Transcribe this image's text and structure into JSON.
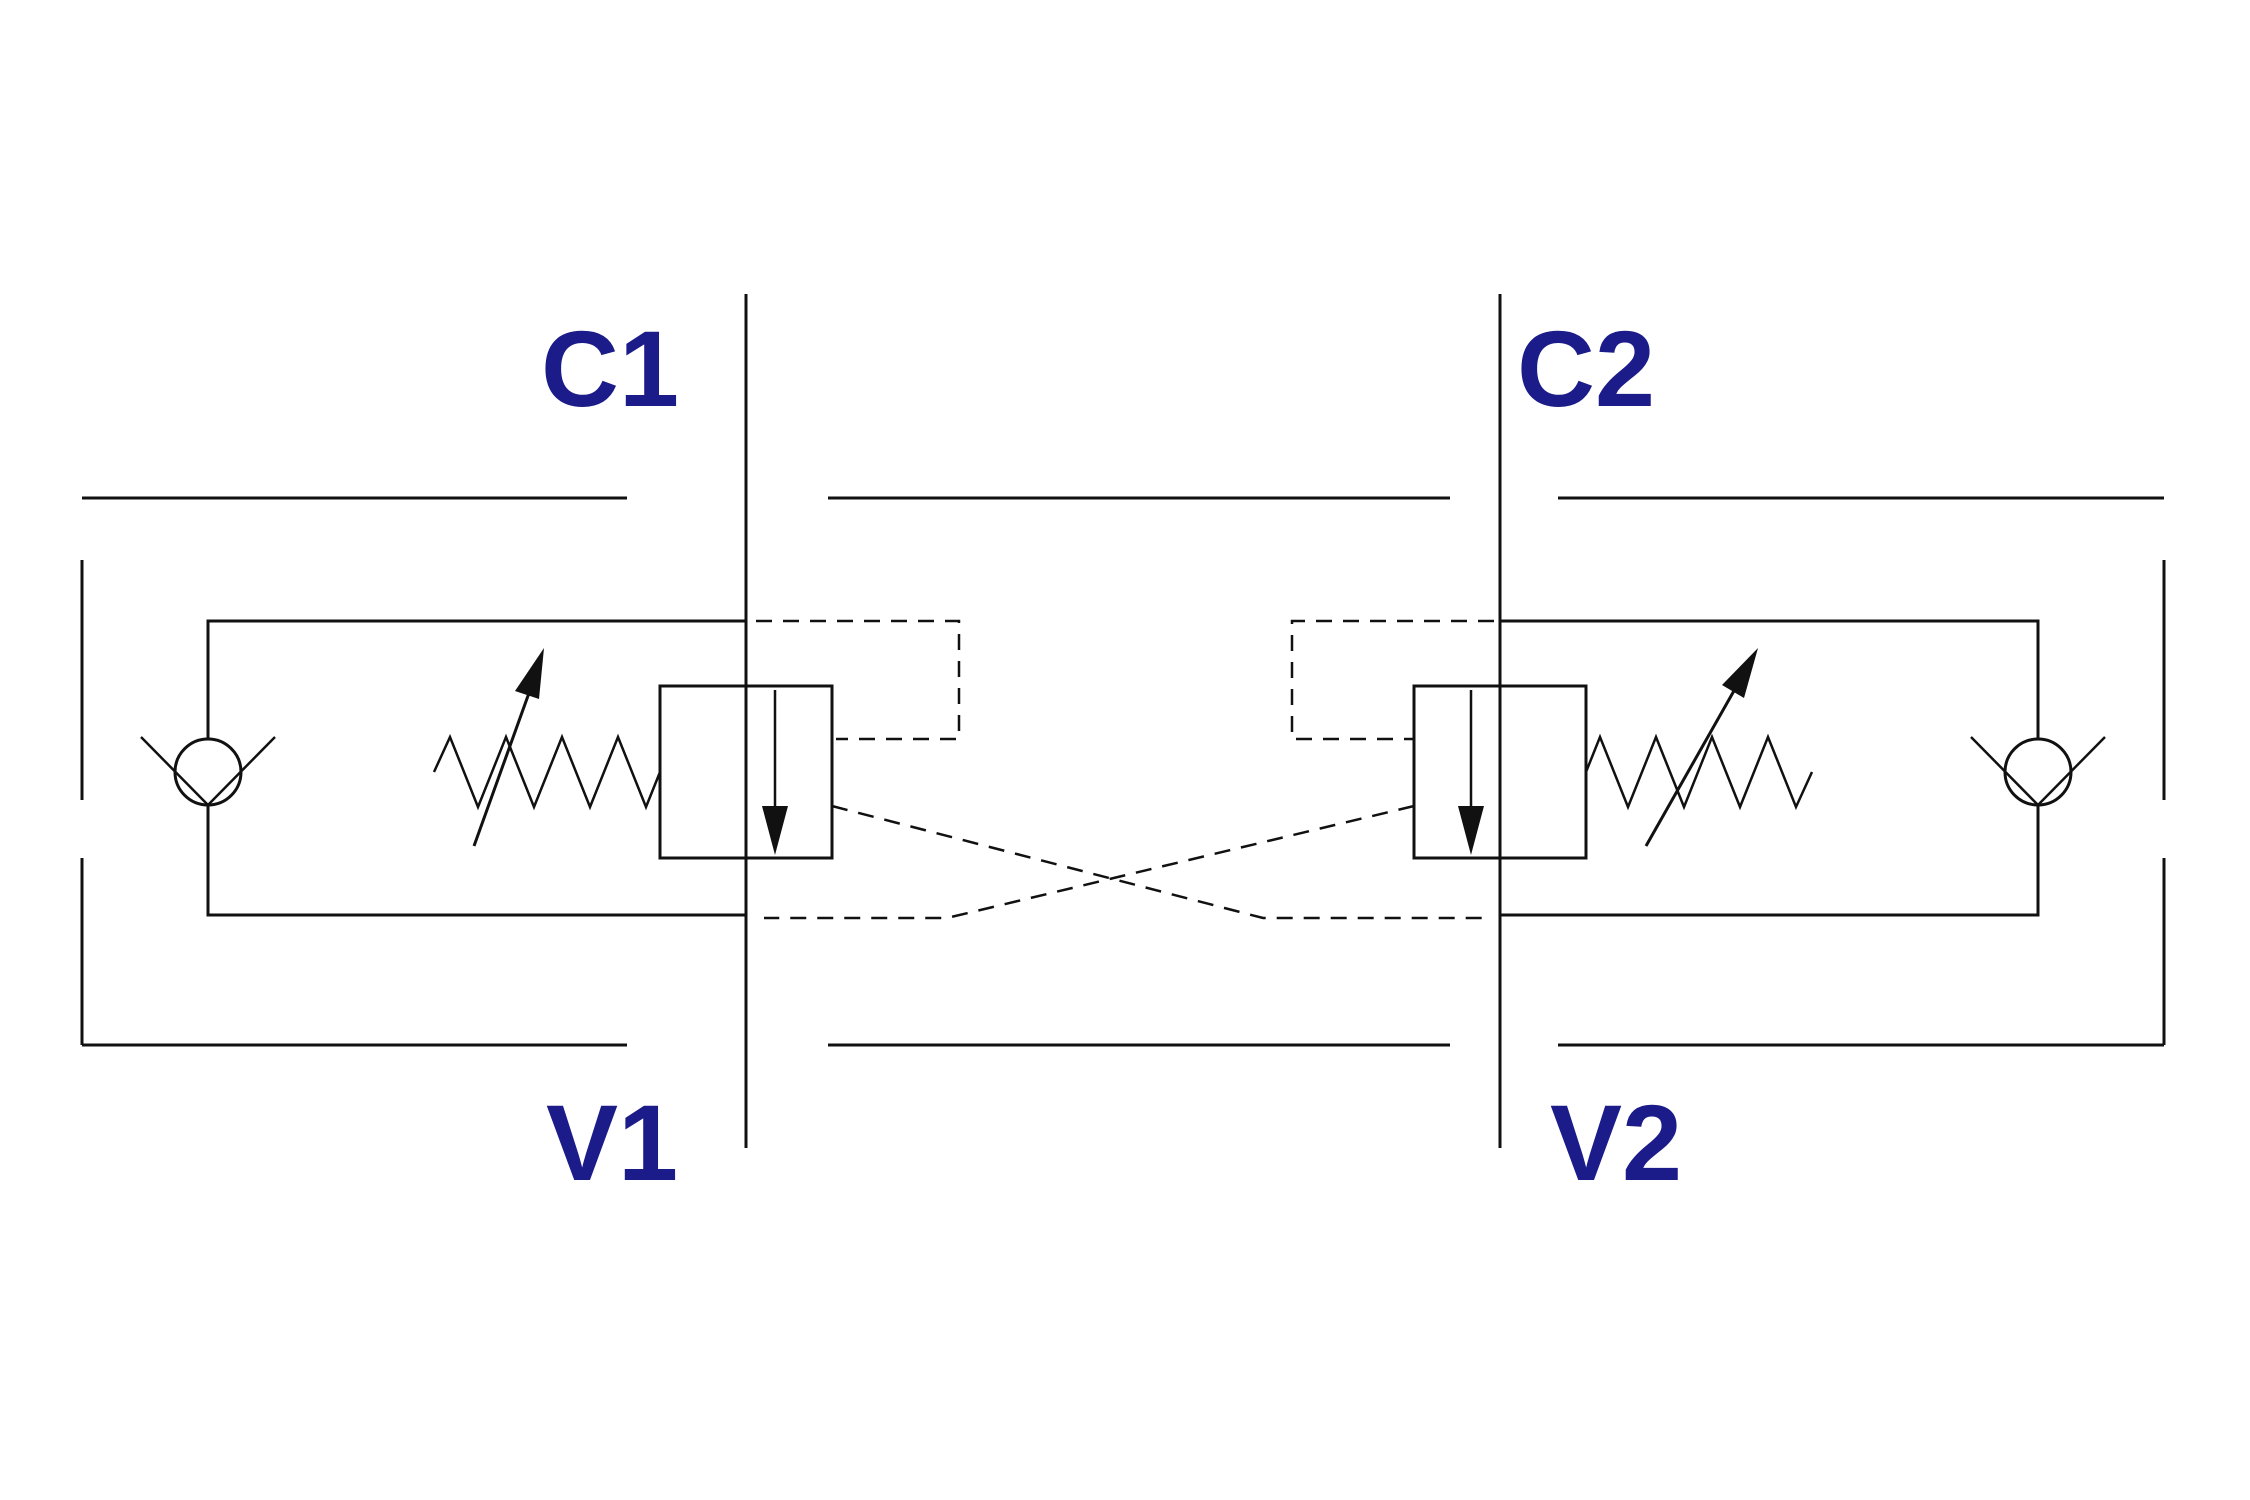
{
  "labels": {
    "c1": "C1",
    "c2": "C2",
    "v1": "V1",
    "v2": "V2"
  },
  "colors": {
    "background": "#ffffff",
    "line": "#111111",
    "label": "#1b1b8a"
  },
  "components": [
    "envelope-boundary",
    "service-line-c1-v1",
    "service-line-c2-v2",
    "bypass-branch-left",
    "bypass-branch-right",
    "check-valve-left",
    "check-valve-right",
    "counterbalance-valve-left",
    "counterbalance-valve-right",
    "spring-left",
    "spring-right",
    "adjustment-arrow-left",
    "adjustment-arrow-right",
    "pilot-line-left",
    "pilot-line-right",
    "cross-pilot-left",
    "cross-pilot-right"
  ]
}
